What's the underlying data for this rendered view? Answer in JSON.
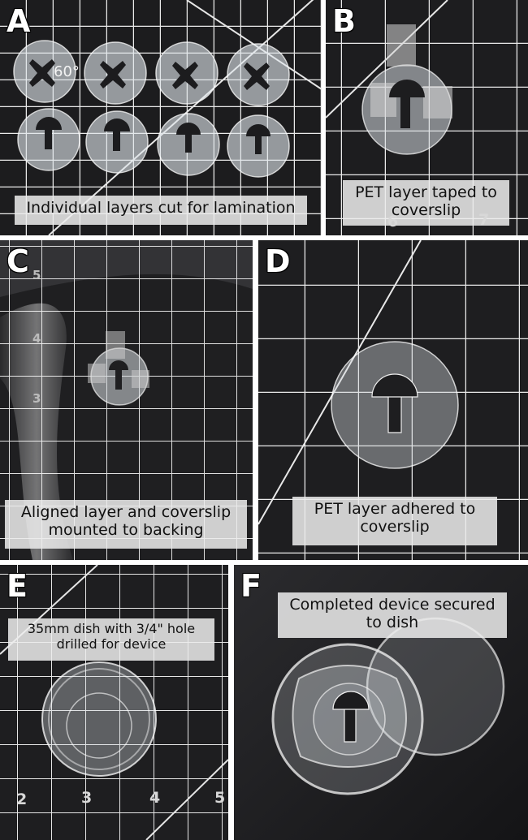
{
  "panels": {
    "a": {
      "letter": "A",
      "caption": "Individual layers cut for lamination",
      "angle_note": "60°"
    },
    "b": {
      "letter": "B",
      "caption_line1": "PET layer taped to",
      "caption_line2": "coverslip",
      "ruler": [
        "6",
        "7"
      ]
    },
    "c": {
      "letter": "C",
      "caption_line1": "Aligned layer and coverslip",
      "caption_line2": "mounted to backing",
      "ruler": [
        "5",
        "4",
        "3"
      ]
    },
    "d": {
      "letter": "D",
      "caption_line1": "PET  layer adhered to",
      "caption_line2": "coverslip"
    },
    "e": {
      "letter": "E",
      "caption_line1": "35mm dish with 3/4\" hole",
      "caption_line2": "drilled for device",
      "ruler": [
        "2",
        "3",
        "4",
        "5"
      ]
    },
    "f": {
      "letter": "F",
      "caption_line1": "Completed device secured",
      "caption_line2": "to dish"
    }
  },
  "colors": {
    "mat": "#1b1b1d",
    "grid": "#f2f2f2",
    "caption_bg": "#ececec"
  }
}
